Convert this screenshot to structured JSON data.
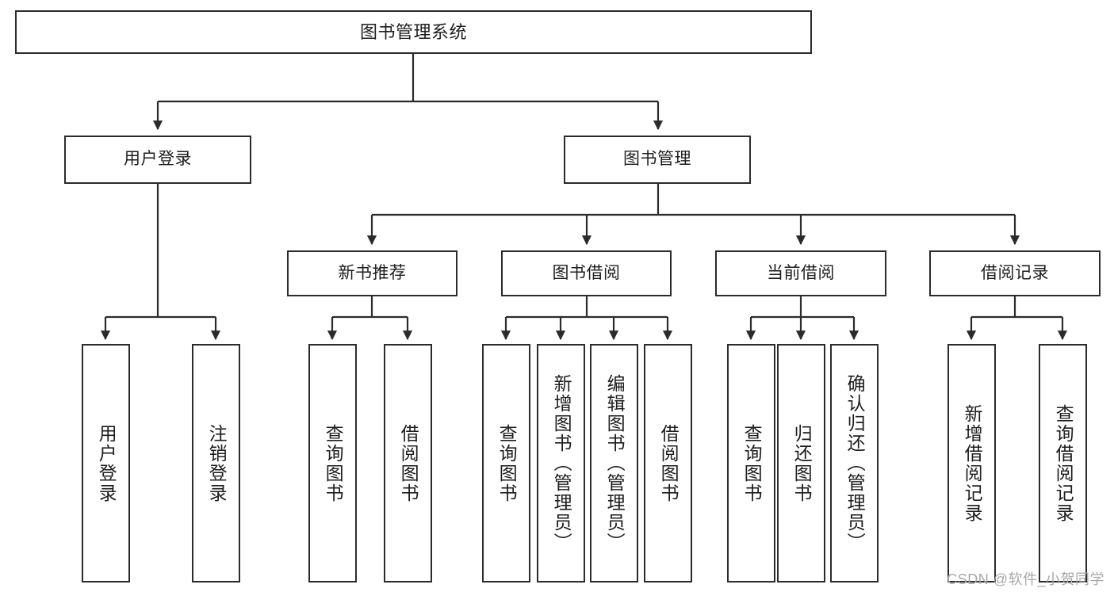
{
  "diagram": {
    "title": "图书管理系统",
    "type": "tree-hierarchy-chart",
    "watermark": "CSDN @软件_小贺同学",
    "colors": {
      "box_border": "#2b2b2b",
      "box_fill": "#ffffff",
      "edge": "#2b2b2b",
      "text": "#1d1d1d",
      "background": "#ffffff",
      "watermark": "#a8a8a8"
    }
  },
  "nodes": {
    "root": {
      "label": "图书管理系统"
    },
    "level1": [
      {
        "id": "user-login",
        "label": "用户登录"
      },
      {
        "id": "book-manage",
        "label": "图书管理"
      }
    ],
    "level2": [
      {
        "id": "new-book-recommend",
        "label": "新书推荐"
      },
      {
        "id": "book-borrow",
        "label": "图书借阅"
      },
      {
        "id": "current-borrow",
        "label": "当前借阅"
      },
      {
        "id": "borrow-record",
        "label": "借阅记录"
      }
    ],
    "leaves": {
      "user-login": [
        {
          "id": "leaf-user-login",
          "label": "用户登录"
        },
        {
          "id": "leaf-logout-login",
          "label": "注销登录"
        }
      ],
      "new-book-recommend": [
        {
          "id": "leaf-query-book-1",
          "label": "查询图书"
        },
        {
          "id": "leaf-borrow-book-1",
          "label": "借阅图书"
        }
      ],
      "book-borrow": [
        {
          "id": "leaf-query-book-2",
          "label": "查询图书"
        },
        {
          "id": "leaf-add-book",
          "label": "新增图书（管理员）"
        },
        {
          "id": "leaf-edit-book",
          "label": "编辑图书（管理员）"
        },
        {
          "id": "leaf-borrow-book-2",
          "label": "借阅图书"
        }
      ],
      "current-borrow": [
        {
          "id": "leaf-query-book-3",
          "label": "查询图书"
        },
        {
          "id": "leaf-return-book",
          "label": "归还图书"
        },
        {
          "id": "leaf-confirm-return",
          "label": "确认归还（管理员）"
        }
      ],
      "borrow-record": [
        {
          "id": "leaf-add-record",
          "label": "新增借阅记录"
        },
        {
          "id": "leaf-query-record",
          "label": "查询借阅记录"
        }
      ]
    }
  }
}
